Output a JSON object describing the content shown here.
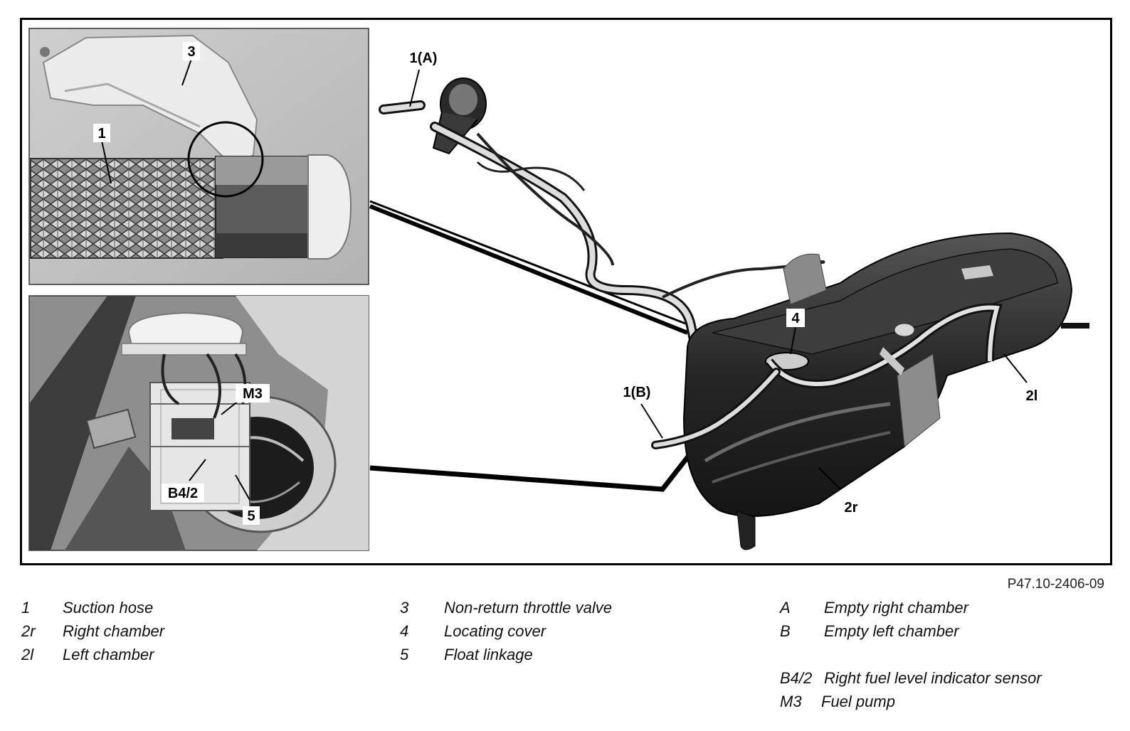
{
  "figure_ref": "P47.10-2406-09",
  "callouts": {
    "detail_top_3": "3",
    "detail_top_1": "1",
    "detail_bottom_M3": "M3",
    "detail_bottom_B4_2": "B4/2",
    "detail_bottom_5": "5",
    "main_1A": "1(A)",
    "main_1B": "1(B)",
    "main_4": "4",
    "main_2l": "2l",
    "main_2r": "2r"
  },
  "legend": {
    "col1": [
      {
        "key": "1",
        "text": "Suction hose"
      },
      {
        "key": "2r",
        "text": "Right chamber"
      },
      {
        "key": "2l",
        "text": "Left chamber"
      }
    ],
    "col2": [
      {
        "key": "3",
        "text": "Non-return throttle valve"
      },
      {
        "key": "4",
        "text": "Locating cover"
      },
      {
        "key": "5",
        "text": "Float linkage"
      }
    ],
    "col3": [
      {
        "key": "A",
        "text": "Empty right chamber"
      },
      {
        "key": "B",
        "text": "Empty left chamber"
      },
      {
        "key": "B4/2",
        "text": "Right fuel level indicator sensor"
      },
      {
        "key": "M3",
        "text": "Fuel pump"
      }
    ]
  }
}
